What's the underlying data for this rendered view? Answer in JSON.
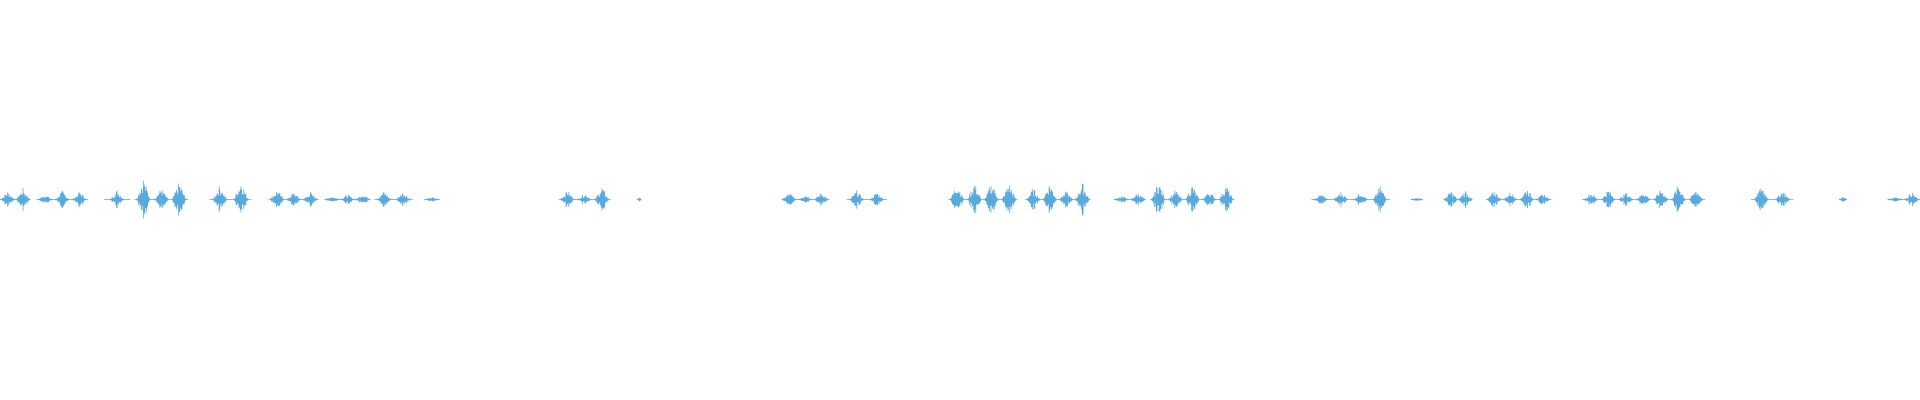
{
  "waveform": {
    "color": "#5aa9dc",
    "segments": [
      {
        "start": 0.0,
        "end": 0.016,
        "peak": 0.06
      },
      {
        "start": 0.019,
        "end": 0.046,
        "peak": 0.05
      },
      {
        "start": 0.054,
        "end": 0.068,
        "peak": 0.06
      },
      {
        "start": 0.07,
        "end": 0.098,
        "peak": 0.13
      },
      {
        "start": 0.109,
        "end": 0.131,
        "peak": 0.11
      },
      {
        "start": 0.14,
        "end": 0.166,
        "peak": 0.08
      },
      {
        "start": 0.169,
        "end": 0.193,
        "peak": 0.04
      },
      {
        "start": 0.195,
        "end": 0.215,
        "peak": 0.09
      },
      {
        "start": 0.221,
        "end": 0.229,
        "peak": 0.03
      },
      {
        "start": 0.291,
        "end": 0.318,
        "peak": 0.08
      },
      {
        "start": 0.332,
        "end": 0.334,
        "peak": 0.02
      },
      {
        "start": 0.407,
        "end": 0.432,
        "peak": 0.06
      },
      {
        "start": 0.441,
        "end": 0.462,
        "peak": 0.05
      },
      {
        "start": 0.494,
        "end": 0.53,
        "peak": 0.11
      },
      {
        "start": 0.534,
        "end": 0.568,
        "peak": 0.09
      },
      {
        "start": 0.58,
        "end": 0.597,
        "peak": 0.04
      },
      {
        "start": 0.599,
        "end": 0.643,
        "peak": 0.1
      },
      {
        "start": 0.683,
        "end": 0.724,
        "peak": 0.07
      },
      {
        "start": 0.735,
        "end": 0.741,
        "peak": 0.02
      },
      {
        "start": 0.752,
        "end": 0.767,
        "peak": 0.06
      },
      {
        "start": 0.774,
        "end": 0.808,
        "peak": 0.06
      },
      {
        "start": 0.824,
        "end": 0.888,
        "peak": 0.09
      },
      {
        "start": 0.912,
        "end": 0.934,
        "peak": 0.08
      },
      {
        "start": 0.958,
        "end": 0.962,
        "peak": 0.02
      },
      {
        "start": 0.983,
        "end": 1.0,
        "peak": 0.04
      }
    ]
  }
}
